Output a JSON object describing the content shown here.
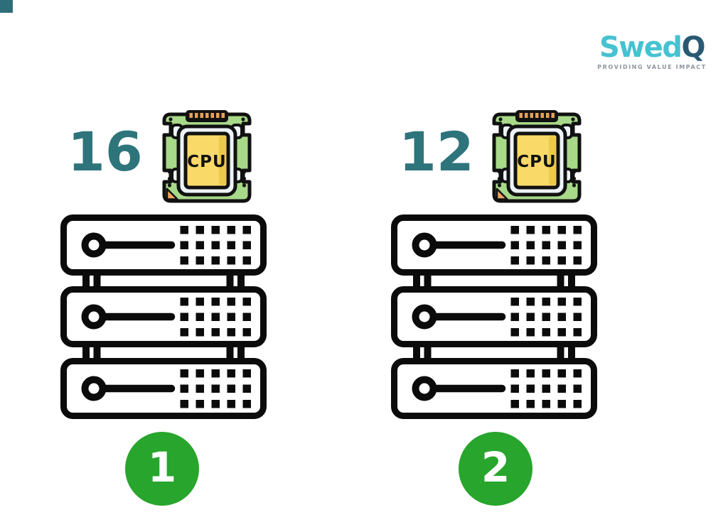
{
  "logo": {
    "brand_primary": "Swed",
    "brand_accent": "Q",
    "tagline": "PROVIDING VALUE IMPACT"
  },
  "chip": {
    "label": "CPU"
  },
  "groups": [
    {
      "cpu_count": "16",
      "badge": "1"
    },
    {
      "cpu_count": "12",
      "badge": "2"
    }
  ],
  "colors": {
    "teal": "#2e747b",
    "green": "#28a52c",
    "brand-primary": "#46c2d1",
    "brand-accent": "#2a5a73",
    "tagline": "#8f969e",
    "corner": "#2d6e7a",
    "chip-green": "#a8d989",
    "chip-yellow": "#f9d967",
    "chip-pin-orange": "#e8a159",
    "icon-black": "#0b0b0b"
  }
}
